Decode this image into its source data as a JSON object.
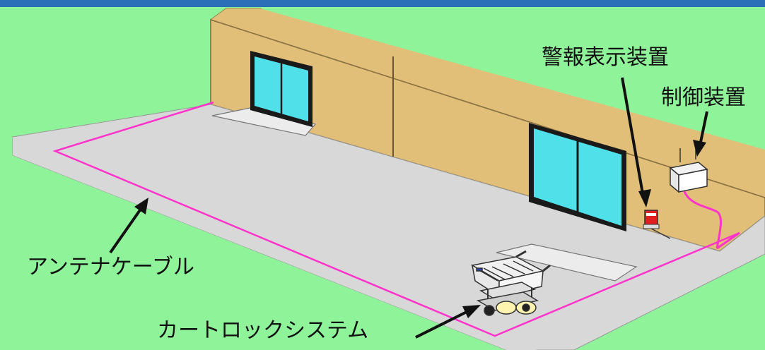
{
  "labels": {
    "antenna_cable": "アンテナケーブル",
    "cart_lock_system": "カートロックシステム",
    "alarm_display": "警報表示装置",
    "control_unit": "制御装置"
  },
  "colors": {
    "background": "#8ff39a",
    "top_bar": "#2a6fb8",
    "wall": "#e2bf78",
    "floor": "#d8d8d8",
    "door_glass": "#4fe0ea",
    "antenna_cable": "#ff33cc",
    "alarm_lamp": "#e02020"
  },
  "icons": [
    "shopping-cart-icon",
    "alarm-lamp-icon",
    "control-box-icon",
    "cart-lock-device-icon"
  ]
}
